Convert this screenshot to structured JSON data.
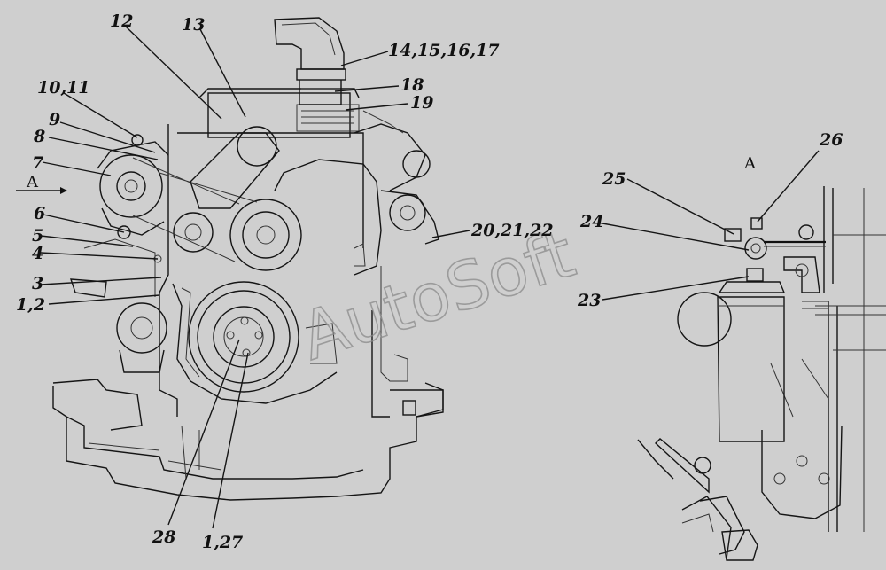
{
  "callouts": {
    "c12": "12",
    "c13": "13",
    "c14": "14,15,16,17",
    "c18": "18",
    "c19": "19",
    "c10": "10,11",
    "c9": "9",
    "c8": "8",
    "c7": "7",
    "c6": "6",
    "c5": "5",
    "c4": "4",
    "c3": "3",
    "c12b": "1,2",
    "c20": "20,21,22",
    "c28": "28",
    "c127": "1,27",
    "c25": "25",
    "c26": "26",
    "c24": "24",
    "c23": "23"
  },
  "view_labels": {
    "arrow_a": "A",
    "detail_a": "A"
  },
  "watermark": "AutoSoft",
  "colors": {
    "background": "#cfcfcf",
    "ink": "#151515",
    "watermark": "#8a8a8a"
  }
}
